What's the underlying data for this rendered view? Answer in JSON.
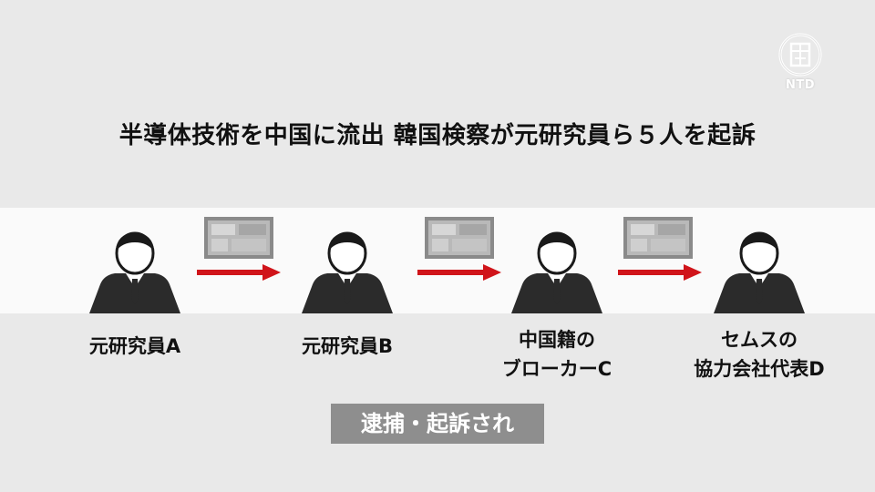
{
  "headline": "半導体技術を中国に流出 韓国検察が元研究員ら５人を起訴",
  "logo": {
    "text": "NTD",
    "icon": "ntd-seal-icon"
  },
  "flow": {
    "persons": [
      {
        "label_lines": [
          "元研究員A"
        ]
      },
      {
        "label_lines": [
          "元研究員B"
        ]
      },
      {
        "label_lines": [
          "中国籍の",
          "ブローカーC"
        ]
      },
      {
        "label_lines": [
          "セムスの",
          "協力会社代表D"
        ]
      }
    ],
    "arrow_color": "#d0141a"
  },
  "caption": "逮捕・起訴され"
}
